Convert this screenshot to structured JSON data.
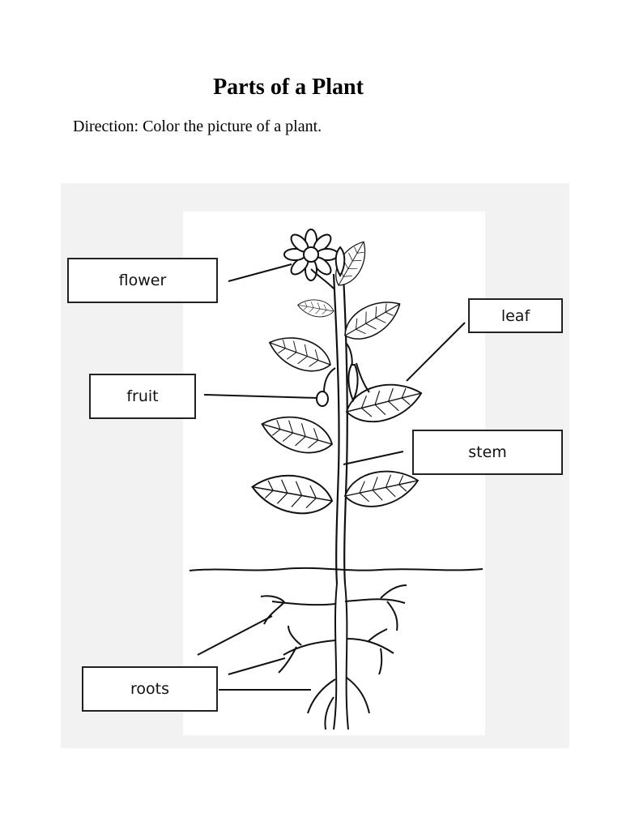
{
  "title": "Parts of a Plant",
  "direction": "Direction: Color the picture of a plant.",
  "labels": {
    "flower": "flower",
    "leaf": "leaf",
    "fruit": "fruit",
    "stem": "stem",
    "roots": "roots"
  },
  "colors": {
    "panel_background": "#f2f2f2",
    "line": "#111111"
  }
}
